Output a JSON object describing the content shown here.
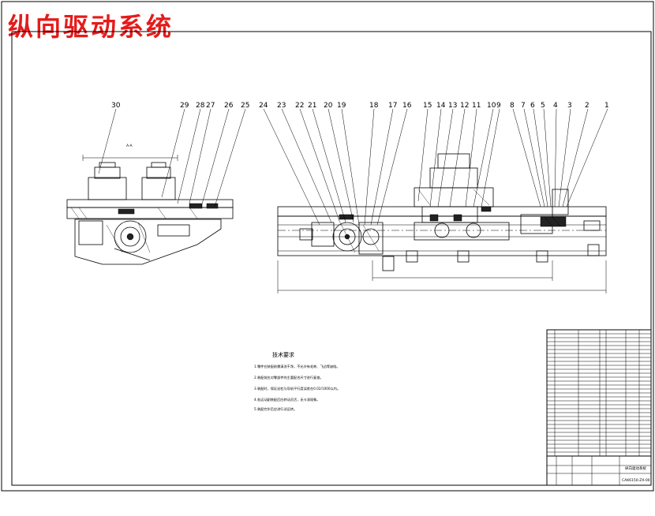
{
  "title": "纵向驱动系统",
  "callouts": [
    "30",
    "29",
    "28",
    "27",
    "26",
    "25",
    "24",
    "23",
    "22",
    "21",
    "20",
    "19",
    "18",
    "17",
    "16",
    "15",
    "14",
    "13",
    "12",
    "11",
    "10",
    "9",
    "8",
    "7",
    "6",
    "5",
    "4",
    "3",
    "2",
    "1"
  ],
  "section_label": "A-A",
  "notes": {
    "heading": "技术要求",
    "lines": [
      "1.零件在装配前需清洗干净，不允许有毛刺、飞边等缺陷。",
      "2.装配前应对零部件的主要配合尺寸进行复查。",
      "3.装配时，保证丝杠与导轨平行度误差在0.02/1000以内。",
      "4.各运动副装配后应转动灵活，无卡滞现象。",
      "5.装配完毕后应进行试运转。"
    ]
  },
  "title_block": {
    "drawing_name": "纵向驱动系统",
    "drawing_number": "CAK6150-ZX-00"
  }
}
